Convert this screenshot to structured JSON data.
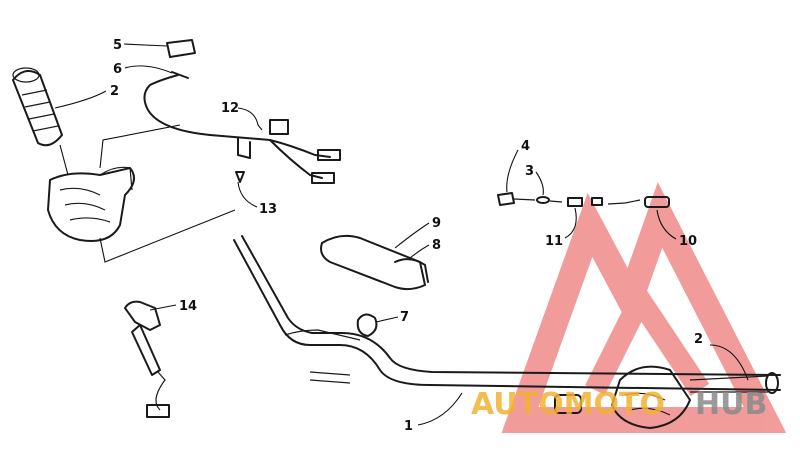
{
  "callouts": {
    "c1": "1",
    "c2_left": "2",
    "c2_right": "2",
    "c3": "3",
    "c4": "4",
    "c5": "5",
    "c6": "6",
    "c7": "7",
    "c8": "8",
    "c9": "9",
    "c10": "10",
    "c11": "11",
    "c12": "12",
    "c13": "13",
    "c14": "14"
  },
  "watermark": {
    "brand_main": "AUTOMOTO",
    "brand_tail": "HUB",
    "colors": {
      "logo_red": "#e84a4a",
      "text_yellow": "#f2b234",
      "text_grey": "#8a8a8a"
    }
  }
}
